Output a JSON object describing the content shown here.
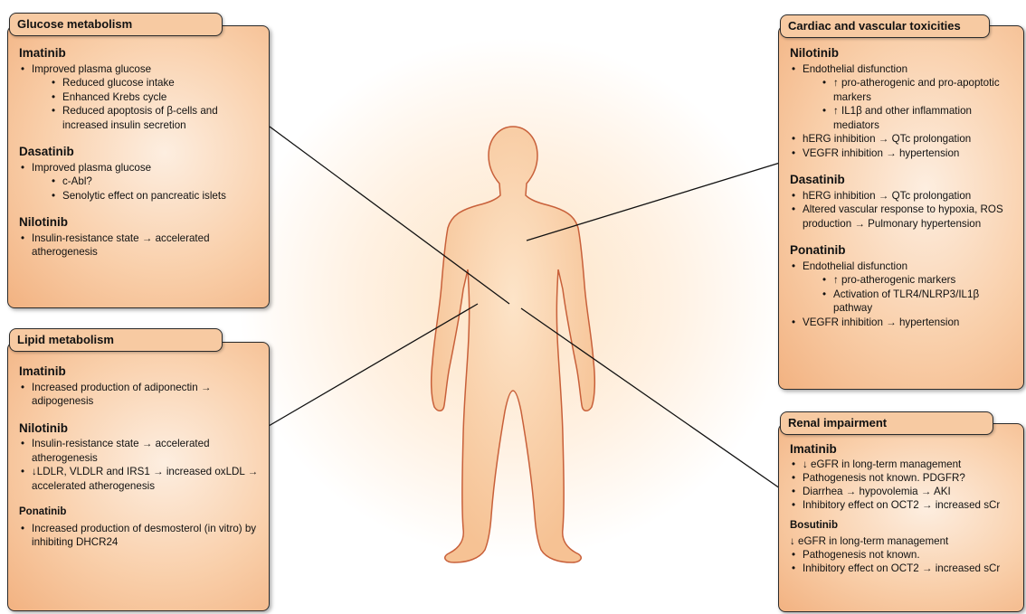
{
  "glucose": {
    "title": "Glucose metabolism",
    "imatinib": {
      "name": "Imatinib",
      "item1": "Improved plasma glucose",
      "sub1": "Reduced glucose intake",
      "sub2": "Enhanced Krebs cycle",
      "sub3": "Reduced apoptosis of β-cells and increased insulin secretion"
    },
    "dasatinib": {
      "name": "Dasatinib",
      "item1": "Improved plasma glucose",
      "sub1": "c-Abl?",
      "sub2": "Senolytic effect on pancreatic islets"
    },
    "nilotinib": {
      "name": "Nilotinib",
      "item1": "Insulin-resistance state → accelerated atherogenesis"
    }
  },
  "lipid": {
    "title": "Lipid metabolism",
    "imatinib": {
      "name": "Imatinib",
      "item1": "Increased production of adiponectin → adipogenesis"
    },
    "nilotinib": {
      "name": "Nilotinib",
      "item1": "Insulin-resistance state → accelerated atherogenesis",
      "item2": "↓LDLR, VLDLR and IRS1 → increased oxLDL → accelerated atherogenesis"
    },
    "ponatinib": {
      "name": "Ponatinib",
      "item1": "Increased production of desmosterol (in vitro) by inhibiting DHCR24"
    }
  },
  "cardiac": {
    "title": "Cardiac and vascular toxicities",
    "nilotinib": {
      "name": "Nilotinib",
      "item1": "Endothelial disfunction",
      "sub1": "↑ pro-atherogenic and pro-apoptotic markers",
      "sub2": "↑ IL1β and other inflammation mediators",
      "item2": "hERG inhibition → QTc prolongation",
      "item3": "VEGFR inhibition → hypertension"
    },
    "dasatinib": {
      "name": "Dasatinib",
      "item1": "hERG inhibition → QTc prolongation",
      "item2": "Altered vascular response to hypoxia, ROS production → Pulmonary hypertension"
    },
    "ponatinib": {
      "name": "Ponatinib",
      "item1": "Endothelial disfunction",
      "sub1": "↑ pro-atherogenic markers",
      "sub2": "Activation of TLR4/NLRP3/IL1β pathway",
      "item2": "VEGFR inhibition → hypertension"
    }
  },
  "renal": {
    "title": "Renal impairment",
    "imatinib": {
      "name": "Imatinib",
      "item1": "↓ eGFR in long-term management",
      "item2": "Pathogenesis not known. PDGFR?",
      "item3": "Diarrhea → hypovolemia → AKI",
      "item4": "Inhibitory effect on OCT2 → increased sCr"
    },
    "bosutinib": {
      "name": "Bosutinib",
      "line1": "↓ eGFR in long-term management",
      "item1": "Pathogenesis not known.",
      "item2": "Inhibitory effect on OCT2 → increased sCr"
    }
  },
  "colors": {
    "panel_fill": "#f9cfaa",
    "panel_edge": "#f2b281",
    "body_fill": "#f8cfa6",
    "body_stroke": "#c8603a"
  },
  "icons": [
    "human-body-silhouette"
  ]
}
